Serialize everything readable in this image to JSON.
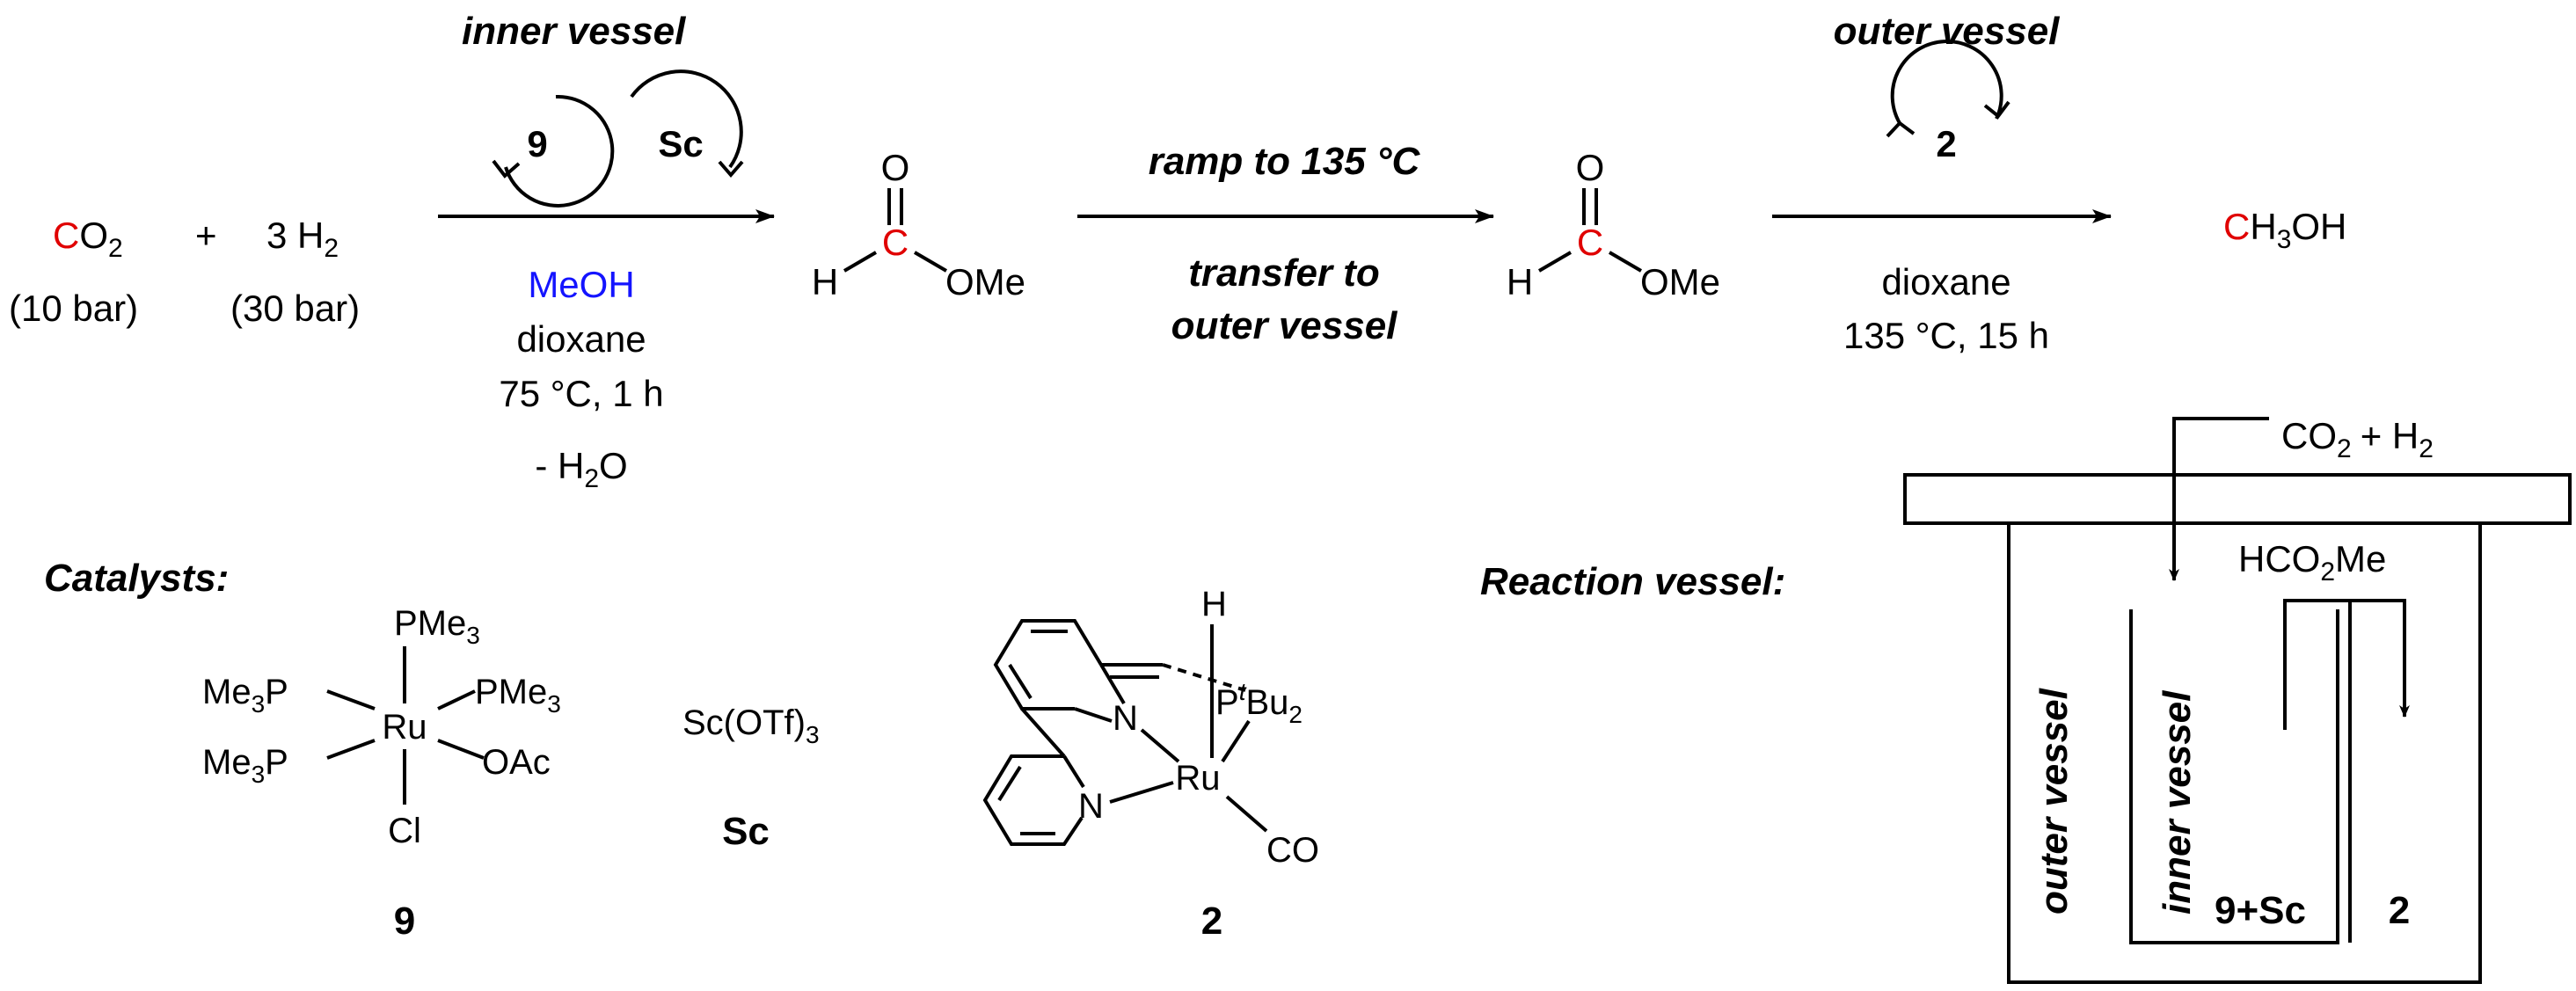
{
  "reaction": {
    "co2_c": "C",
    "co2_o": "O",
    "co2_sub": "2",
    "plus": "+",
    "h2_coef": "3 H",
    "h2_sub": "2",
    "co2_pressure": "(10 bar)",
    "h2_pressure": "(30 bar)"
  },
  "step1": {
    "vessel_label": "inner vessel",
    "cat_9": "9",
    "cat_sc": "Sc",
    "reagent": "MeOH",
    "solvent": "dioxane",
    "conditions": "75 °C, 1 h",
    "byproduct_dash": "- H",
    "byproduct_sub": "2",
    "byproduct_o": "O"
  },
  "formate": {
    "o_top": "O",
    "c": "C",
    "h": "H",
    "ome": "OMe"
  },
  "step2": {
    "ramp": "ramp to 135 °C",
    "transfer_1": "transfer to",
    "transfer_2": "outer vessel"
  },
  "step3": {
    "vessel_label": "outer vessel",
    "cat_2": "2",
    "solvent": "dioxane",
    "conditions": "135 °C, 15 h"
  },
  "product": {
    "c": "C",
    "rest": "H",
    "sub": "3",
    "oh": "OH"
  },
  "catalysts": {
    "title": "Catalysts:",
    "ru9": {
      "pme3_top": "PMe",
      "sub3": "3",
      "me3p_left_1": "Me",
      "me3p_left_1_p": "P",
      "pme3_right": "PMe",
      "ru": "Ru",
      "me3p_left_2": "Me",
      "me3p_left_2_p": "P",
      "oac": "OAc",
      "cl": "Cl",
      "label": "9"
    },
    "sc": {
      "formula": "Sc(OTf)",
      "sub": "3",
      "label": "Sc"
    },
    "ru2": {
      "h": "H",
      "n1": "N",
      "p": "P",
      "tbu_sup": "t",
      "bu": "Bu",
      "bu_sub": "2",
      "n2": "N",
      "ru": "Ru",
      "co": "CO",
      "label": "2"
    }
  },
  "vessel": {
    "title": "Reaction vessel:",
    "gas": "CO",
    "gas_sub": "2",
    "gas_rest": "+ H",
    "gas_sub2": "2",
    "hco2me": "HCO",
    "hco2me_sub": "2",
    "hco2me_rest": "Me",
    "outer_label": "outer vessel",
    "inner_label": "inner vessel",
    "inner_contents": "9+Sc",
    "outer_contents": "2"
  }
}
